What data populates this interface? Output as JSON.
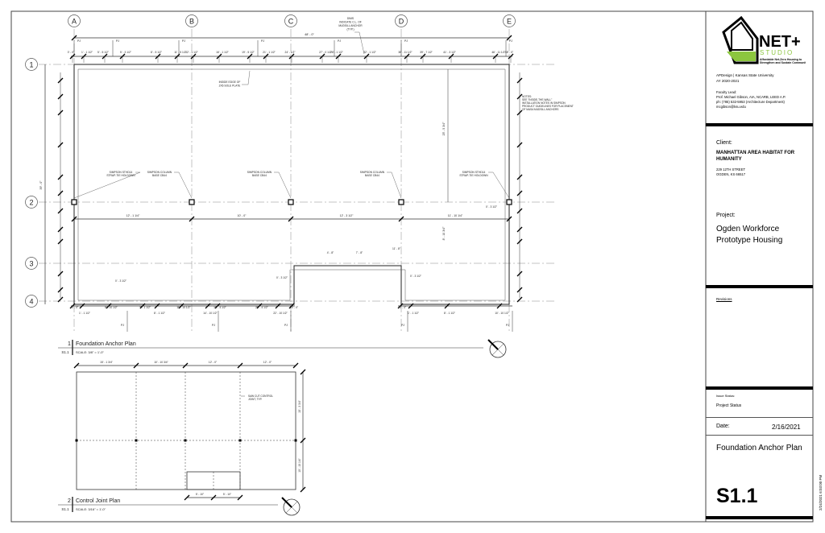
{
  "sheet": {
    "studio": {
      "logo_text": "NET+",
      "logo_sub": "STUDIO",
      "tagline": "Affordable Net-Zero Housing to Strengthen and Sustain Communities"
    },
    "affiliation": "APDesign  |  Kansas State University",
    "year": "AY 2020-2021",
    "faculty_label": "Faculty Lead:",
    "faculty_name": "Prof. Michael Gibson, AIA, NCARB, LEED A.P.",
    "faculty_phone": "ph: (785) 532-5953 (Architecture Department)",
    "faculty_email": "mcgibson@ksu.edu",
    "client_label": "Client:",
    "client_name": "MANHATTAN AREA HABITAT FOR HUMANITY",
    "client_address_1": "229 12TH STREET",
    "client_address_2": "OGDEN, KS 66517",
    "project_label": "Project:",
    "project_name": "Ogden Workforce Prototype Housing",
    "revisions_link": "Revisions",
    "issue_status_label": "Issue Status:",
    "issue_status": "Project Status",
    "date_label": "Date:",
    "date": "2/16/2021",
    "sheet_title": "Foundation Anchor Plan",
    "sheet_number": "S1.1",
    "print_stamp": "2/24/2021 6:03:00 PM"
  },
  "plan1": {
    "number": "1",
    "sheet_ref": "S1.1",
    "title": "Foundation Anchor Plan",
    "scale": "SCALE: 3/8\" = 1'-0\"",
    "grid_columns": [
      "A",
      "B",
      "C",
      "D",
      "E"
    ],
    "grid_rows": [
      "1",
      "2",
      "3",
      "4"
    ],
    "overall_dim": "48' - 0\"",
    "top_dims": [
      "0' - 0\"",
      "1' - 1 1/2\"",
      "5' - 5 1/2\"",
      "5' - 3 1/2\"",
      "8' - 5 1/2\"",
      "11' - 5 1/2\"",
      "12' - 1 1/2\"",
      "16' - 1 1/2\"",
      "19' - 5 1/2\"",
      "21' - 1 1/2\"",
      "24' - 1/2\"",
      "27' - 0 1/2\"",
      "28' - 1 1/2\"",
      "32' - 1 1/2\"",
      "38' - 11 1/2\"",
      "39' - 7 1/2\"",
      "41' - 3 1/2\"",
      "46' - 11 1/2\"",
      "48' - 0\""
    ],
    "mid_dims": [
      "12' - 1 1/4\"",
      "10' - 0\"",
      "12' - 3 1/2\"",
      "11' - 10 1/4\""
    ],
    "bottom_dims": [
      "0' - 0\"",
      "1' - 1 1/2\"",
      "5' - 10 1/2\"",
      "7' - 1 1/2\"",
      "8' - 1 1/2\"",
      "11' - 10 1/2\"",
      "14' - 10 1/2\"",
      "18' - 4 1/2\"",
      "20' - 4 1/2\"",
      "22' - 10 1/2\"",
      "24' - 0\"",
      "0' - 0\"",
      "1' - 1 1/2\"",
      "8' - 1 1/2\"",
      "10' - 10 1/2\""
    ],
    "notch_dims": [
      "4' - 8\"",
      "7' - 8\"",
      "11' - 8\"",
      "0' - 3 1/2\"",
      "0' - 3 1/2\"",
      "0' - 3 1/2\""
    ],
    "side_dims": [
      "39' - 0\"",
      "25' - 5 3/4\"",
      "8' - 10 3/4\"",
      "0' - 3 1/2\""
    ],
    "pj_label": "PJ",
    "callouts": {
      "dims_note": [
        "DIMS",
        "INDICATE C.L. OF",
        "MUDSILL ANCHOR",
        "(TYP.)"
      ],
      "sole_plate": [
        "INSIDE EDGE OF",
        "2X6 SOLE PLATE"
      ],
      "holdown": [
        "SIMPSON STHD14",
        "STRAP-TIE HOLDOWN"
      ],
      "column_base": [
        "SIMPSON COLUMN",
        "BASE CB44"
      ]
    },
    "notes": [
      "NOTES:",
      "SEE \"INSIDE-THE-WALL\"",
      "INSTALLATION NOTES IN SIMPSON",
      "PRODUCT GUIDELINES FOR PLACEMENT",
      "OF MASA MUDSILL ANCHORS"
    ]
  },
  "plan2": {
    "number": "2",
    "sheet_ref": "S1.1",
    "title": "Control Joint Plan",
    "scale": "SCALE: 3/16\" = 1'-0\"",
    "top_dims": [
      "15' - 1 3/4\"",
      "10' - 10 3/4\"",
      "12' - 0\"",
      "12' - 0\""
    ],
    "side_dims": [
      "15' - 3 3/4\"",
      "10' - 10 1/4\""
    ],
    "bottom_dims": [
      "5' - 10\"",
      "5' - 10\""
    ],
    "note": [
      "SAW CUT CONTROL",
      "JOINT, TYP."
    ]
  },
  "colors": {
    "logo_green": "#8cc63f",
    "line": "#333333"
  }
}
